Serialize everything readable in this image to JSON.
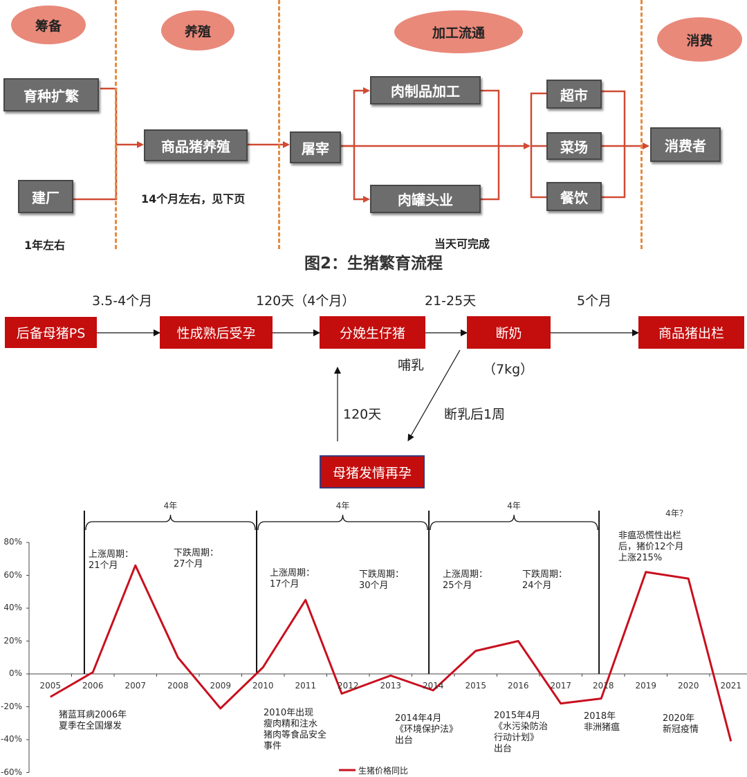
{
  "chain": {
    "stages": [
      "筹备",
      "养殖",
      "加工流通",
      "消费"
    ],
    "boxes": {
      "breeding": "育种扩繁",
      "plant": "建厂",
      "farming": "商品猪养殖",
      "slaughter": "屠宰",
      "meat_processing": "肉制品加工",
      "canning": "肉罐头业",
      "supermarket": "超市",
      "market": "菜场",
      "catering": "餐饮",
      "consumer": "消费者"
    },
    "notes": {
      "prep_time": "1年左右",
      "farm_time": "14个月左右，见下页",
      "process_time": "当天可完成"
    }
  },
  "figure_title": "图2：生猪繁育流程",
  "cycle": {
    "durations": [
      "3.5-4个月",
      "120天（4个月）",
      "21-25天",
      "5个月"
    ],
    "steps": [
      "后备母猪PS",
      "性成熟后受孕",
      "分娩生仔猪",
      "断奶",
      "商品猪出栏"
    ],
    "nursing": "哺乳",
    "weight": "（7kg）",
    "return_label": "120天",
    "after_weaning": "断乳后1周",
    "estrus": "母猪发情再孕"
  },
  "chart_data": {
    "type": "line",
    "x": [
      2005,
      2006,
      2007,
      2008,
      2009,
      2010,
      2011,
      2012,
      2013,
      2014,
      2015,
      2016,
      2017,
      2018,
      2019,
      2020,
      2021
    ],
    "series": [
      {
        "name": "生猪价格同比",
        "points": [
          [
            2005.0,
            -14
          ],
          [
            2006.0,
            1
          ],
          [
            2007.0,
            66
          ],
          [
            2008.0,
            10
          ],
          [
            2009.0,
            -21
          ],
          [
            2010.0,
            4
          ],
          [
            2011.0,
            45
          ],
          [
            2011.85,
            -12
          ],
          [
            2013.0,
            -1
          ],
          [
            2014.0,
            -10
          ],
          [
            2015.0,
            14
          ],
          [
            2016.0,
            20
          ],
          [
            2017.0,
            -18
          ],
          [
            2017.95,
            -15
          ],
          [
            2019.0,
            62
          ],
          [
            2020.0,
            58
          ],
          [
            2021.0,
            -41
          ]
        ]
      }
    ],
    "ylim": [
      -60,
      80
    ],
    "yticks": [
      "80%",
      "60%",
      "40%",
      "20%",
      "0%",
      "-20%",
      "-40%",
      "-60%"
    ],
    "xticks": [
      "2005",
      "2006",
      "2007",
      "2008",
      "2009",
      "2010",
      "2011",
      "2012",
      "2013",
      "2014",
      "2015",
      "2016",
      "2017",
      "2018",
      "2019",
      "2020",
      "2021"
    ],
    "cycle_lines_x": [
      2005.8,
      2009.85,
      2013.9,
      2017.9
    ],
    "cycle_labels": [
      "4年",
      "4年",
      "4年",
      "4年？"
    ],
    "annotations": {
      "up1": "上涨周期：\n21个月",
      "down1": "下跌周期：\n27个月",
      "up2": "上涨周期：\n17个月",
      "down2": "下跌周期：\n30个月",
      "up3": "上涨周期：\n25个月",
      "down3": "下跌周期：\n24个月",
      "panic": "非瘟恐慌性出栏\n后，猪价12个月\n上涨215%",
      "e2006": "猪蓝耳病2006年\n夏季在全国爆发",
      "e2010": "2010年出现\n瘦肉精和注水\n猪肉等食品安全\n事件",
      "e2014": "2014年4月\n《环境保护法》\n出台",
      "e2015": "2015年4月\n《水污染防治\n行动计划》\n出台",
      "e2018": "2018年\n非洲猪瘟",
      "e2020": "2020年\n新冠疫情"
    },
    "legend": "生猪价格同比",
    "colors": {
      "line": "#c8101f",
      "axis": "#444444"
    }
  }
}
